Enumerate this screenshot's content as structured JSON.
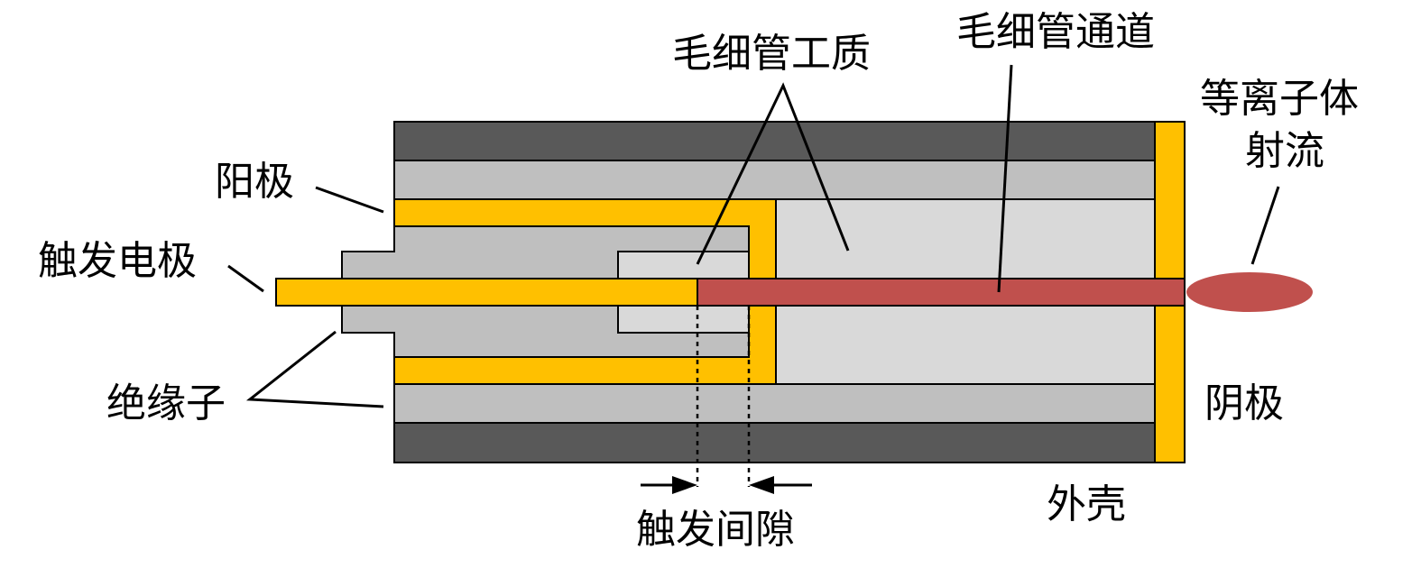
{
  "title": "Capillary discharge plasma jet structure",
  "colors": {
    "housing": "#595959",
    "insulator": "#bfbfbf",
    "chamber": "#d9d9d9",
    "electrode": "#ffc000",
    "plasma": "#c0504d",
    "line": "#000000"
  },
  "labels": {
    "anode": "阳极",
    "trigger_electrode": "触发电极",
    "insulator": "绝缘子",
    "capillary_medium": "毛细管工质",
    "capillary_channel": "毛细管通道",
    "plasma_jet_line1": "等离子体",
    "plasma_jet_line2": "射流",
    "cathode": "阴极",
    "housing": "外壳",
    "trigger_gap": "触发间隙"
  }
}
